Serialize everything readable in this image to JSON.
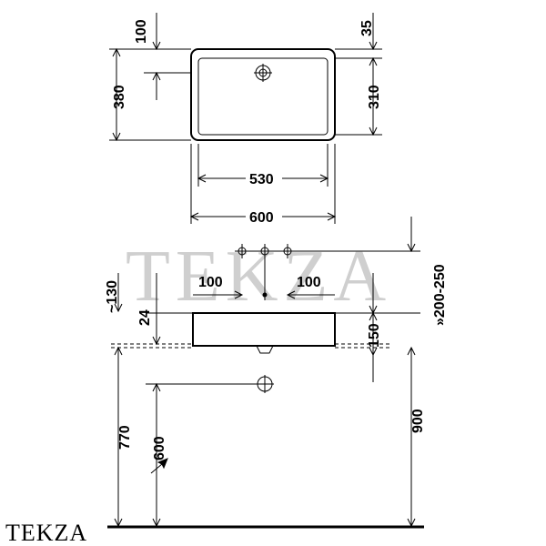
{
  "watermark": "TEKZA",
  "brand": "TEKZA",
  "dimensions": {
    "top_offset": "100",
    "depth": "380",
    "drain_offset": "35",
    "inner_depth": "310",
    "inner_width": "530",
    "outer_width": "600",
    "tap_spacing_left": "100",
    "tap_spacing_right": "100",
    "tap_height_range": "»200-250",
    "rim_height": "~130",
    "rim_thickness": "24",
    "bowl_height": "150",
    "floor_to_rim": "770",
    "floor_to_waste": "600",
    "floor_to_top": "900"
  }
}
